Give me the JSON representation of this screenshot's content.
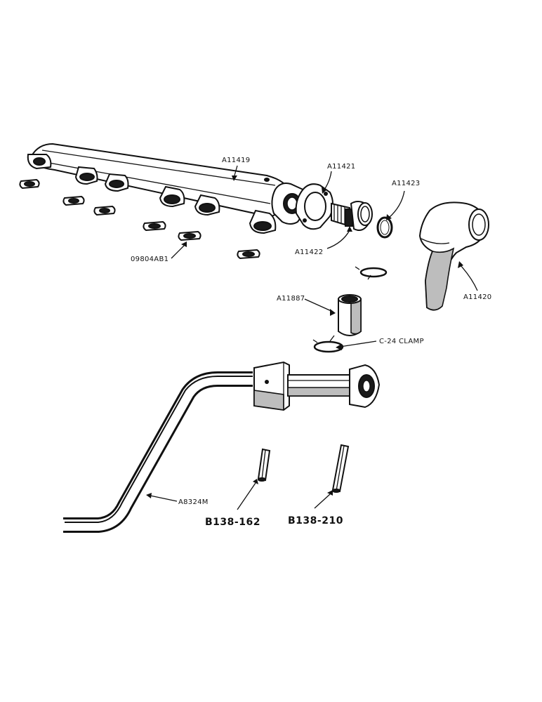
{
  "diagram": {
    "parts": [
      {
        "id": "manifold",
        "label": "A11419"
      },
      {
        "id": "manifold-gasket",
        "label": "A11421"
      },
      {
        "id": "seal-ring",
        "label": "A11423"
      },
      {
        "id": "outlet-connector",
        "label": "A11422"
      },
      {
        "id": "elbow",
        "label": "A11420"
      },
      {
        "id": "port-gasket",
        "label": "09804AB1"
      },
      {
        "id": "hose",
        "label": "A11887"
      },
      {
        "id": "clamp",
        "label": "C-24 CLAMP"
      },
      {
        "id": "tube",
        "label": "A8324M"
      },
      {
        "id": "pin-short",
        "label": "B138-162"
      },
      {
        "id": "pin-long",
        "label": "B138-210"
      }
    ]
  }
}
